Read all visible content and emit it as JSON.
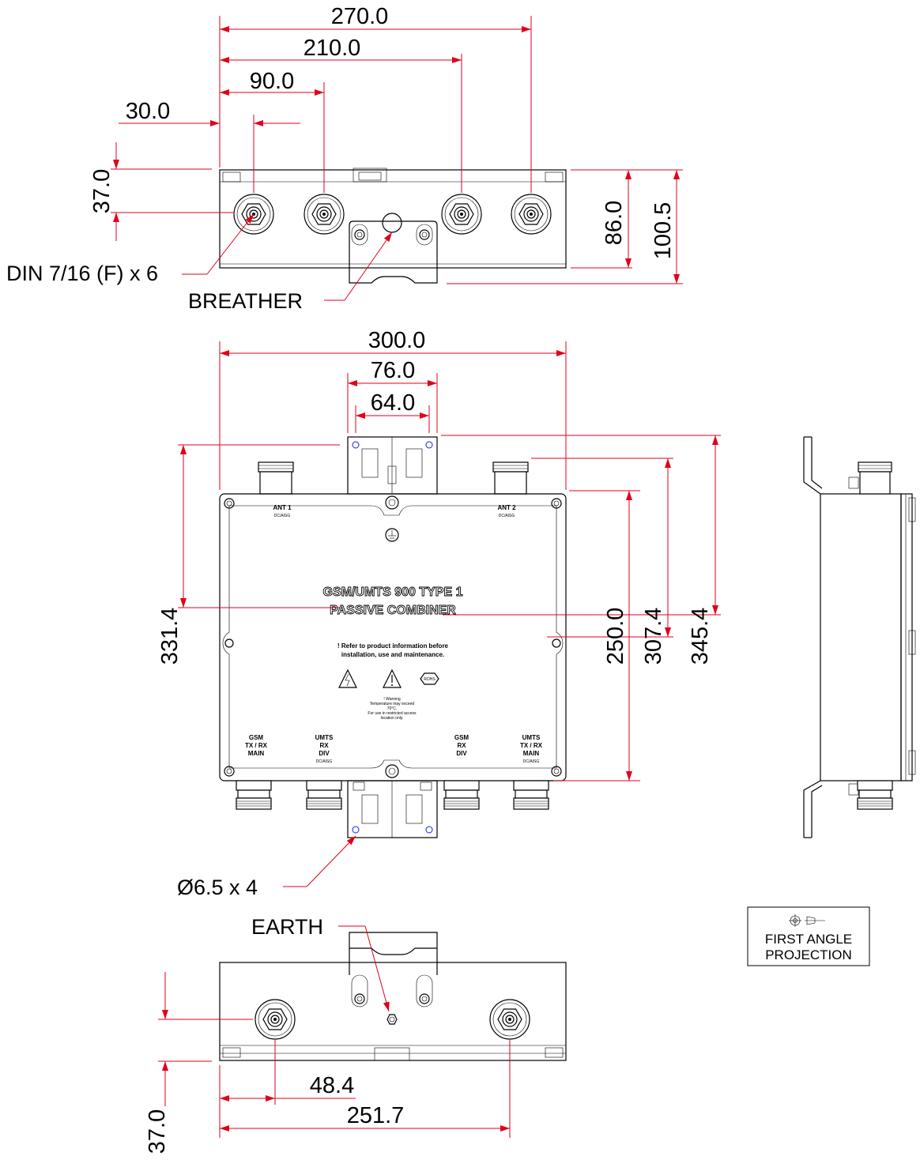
{
  "dimensions": {
    "top_view": {
      "overall_width": "270.0",
      "width_210": "210.0",
      "width_90": "90.0",
      "width_30": "30.0",
      "height_37": "37.0",
      "height_86": "86.0",
      "height_100_5": "100.5"
    },
    "front_view": {
      "overall_width": "300.0",
      "bracket_width": "76.0",
      "hole_spacing": "64.0",
      "height_331_4": "331.4",
      "height_250": "250.0",
      "height_307_4": "307.4",
      "height_345_4": "345.4"
    },
    "bottom_view": {
      "offset_48_4": "48.4",
      "spacing_251_7": "251.7",
      "height_37": "37.0"
    }
  },
  "callouts": {
    "connectors": "DIN 7/16 (F) x 6",
    "breather": "BREATHER",
    "mounting_holes": "Ø6.5 x 4",
    "earth": "EARTH"
  },
  "product_label": {
    "line1": "GSM/UMTS 900 TYPE 1",
    "line2": "PASSIVE COMBINER",
    "refer_line1": "! Refer to product information before",
    "refer_line2": "installation, use and maintenance.",
    "warning_lines": [
      "! Warning",
      "Temperature may exceed",
      "70°C.",
      "For use in restricted access",
      "location only."
    ],
    "rohs": "ROHS"
  },
  "port_labels": {
    "ant1": [
      "ANT 1",
      "DC/AISG"
    ],
    "ant2": [
      "ANT 2",
      "DC/AISG"
    ],
    "gsm_tx_rx_main": [
      "GSM",
      "TX / RX",
      "MAIN"
    ],
    "umts_rx_div": [
      "UMTS",
      "RX",
      "DIV",
      "DC/AISG"
    ],
    "gsm_rx_div": [
      "GSM",
      "RX",
      "DIV"
    ],
    "umts_tx_rx_main": [
      "UMTS",
      "TX / RX",
      "MAIN",
      "DC/AISG"
    ]
  },
  "projection": {
    "line1": "FIRST ANGLE",
    "line2": "PROJECTION"
  },
  "colors": {
    "dimension_lines": "#e0001a",
    "outline": "#000000",
    "hole_marks": "#1a1aff"
  }
}
